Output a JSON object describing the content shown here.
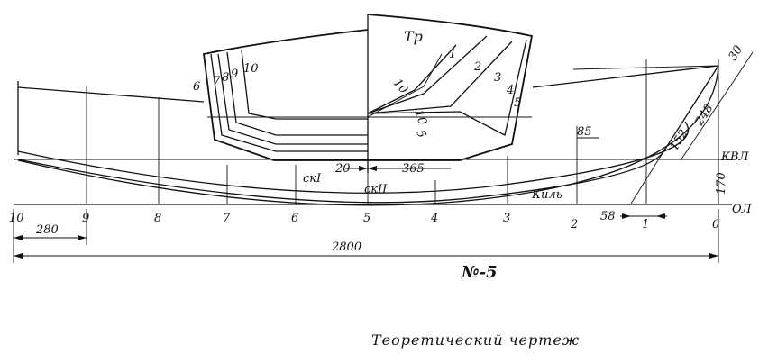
{
  "stations": [
    "10",
    "9",
    "8",
    "7",
    "6",
    "5",
    "4",
    "3",
    "2",
    "1",
    "0"
  ],
  "waterlines": {
    "kvl": "КВЛ",
    "ol": "ОЛ"
  },
  "labels": {
    "transom": "Тр",
    "keel": "Киль",
    "chine1": "скI",
    "chine2": "скII"
  },
  "sections": {
    "aft": [
      "6",
      "7",
      "8",
      "9",
      "10"
    ],
    "fwd": [
      "1",
      "2",
      "3",
      "4",
      "5"
    ]
  },
  "dimensions": {
    "total_length": "2800",
    "station_spacing": "280",
    "d20": "20",
    "d365": "365",
    "d85": "85",
    "d58": "58",
    "d170": "170",
    "d152": "152",
    "d248": "248",
    "d30": "30",
    "d10a": "10",
    "d10b": "10",
    "d5": "5"
  },
  "figure_ref": "№-5",
  "caption": "Теоретический чертеж"
}
